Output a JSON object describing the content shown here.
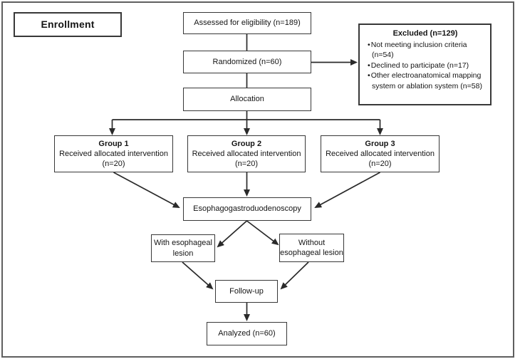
{
  "nodes": {
    "enrollment": "Enrollment",
    "assessed": "Assessed for eligibility (n=189)",
    "randomized": "Randomized (n=60)",
    "allocation": "Allocation",
    "egd": "Esophagogastroduodenoscopy",
    "followup": "Follow-up",
    "analyzed": "Analyzed (n=60)"
  },
  "excluded": {
    "title": "Excluded (n=129)",
    "items": [
      "Not meeting inclusion criteria (n=54)",
      "Declined to participate (n=17)",
      "Other electroanatomical mapping system or ablation system (n=58)"
    ]
  },
  "groups": [
    {
      "title": "Group 1",
      "desc": "Received allocated intervention",
      "n": "(n=20)"
    },
    {
      "title": "Group 2",
      "desc": "Received allocated intervention",
      "n": "(n=20)"
    },
    {
      "title": "Group 3",
      "desc": "Received allocated intervention",
      "n": "(n=20)"
    }
  ],
  "lesion": {
    "with": {
      "line1": "With esophageal",
      "line2": "lesion"
    },
    "without": {
      "line1": "Without",
      "line2": "esophageal lesion"
    }
  }
}
